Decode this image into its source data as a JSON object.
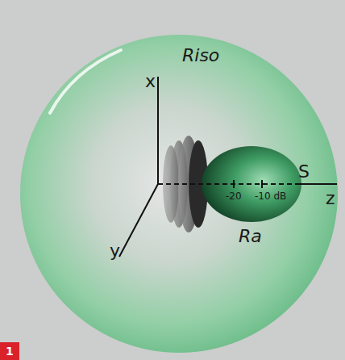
{
  "diagram": {
    "labels": [
      "Riso",
      "x",
      "y",
      "z",
      "-20",
      "-10 dB",
      "S",
      "Ra",
      "1"
    ]
  }
}
